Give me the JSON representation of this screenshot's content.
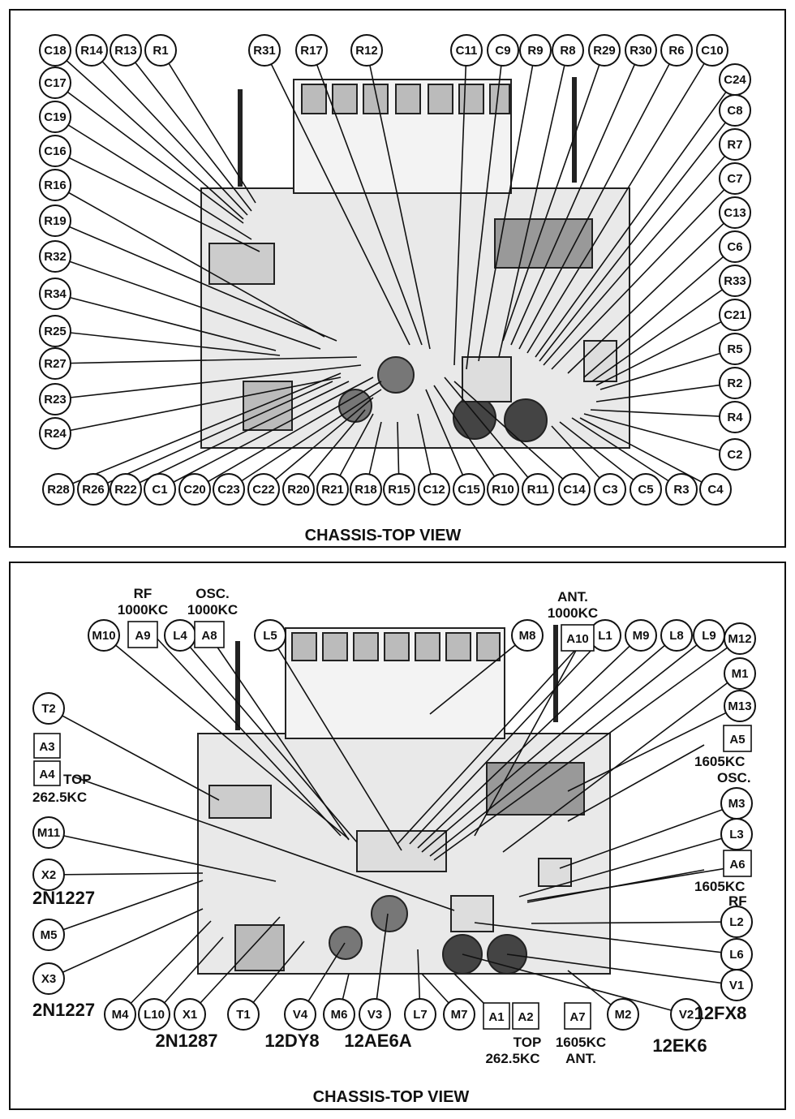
{
  "top_view": {
    "caption": "CHASSIS-TOP VIEW",
    "labels": {
      "C18": "C18",
      "R14": "R14",
      "R13": "R13",
      "R1": "R1",
      "R31": "R31",
      "R17": "R17",
      "R12": "R12",
      "C11": "C11",
      "C9": "C9",
      "R9": "R9",
      "R8": "R8",
      "R29": "R29",
      "R30": "R30",
      "R6": "R6",
      "C10": "C10",
      "C24": "C24",
      "C8": "C8",
      "R7": "R7",
      "C7": "C7",
      "C13": "C13",
      "C6": "C6",
      "R33": "R33",
      "C21": "C21",
      "R5": "R5",
      "R2": "R2",
      "R4": "R4",
      "C2": "C2",
      "C4": "C4",
      "R3": "R3",
      "C5": "C5",
      "C3": "C3",
      "C14": "C14",
      "R11": "R11",
      "R10": "R10",
      "C15": "C15",
      "C12": "C12",
      "R15": "R15",
      "R18": "R18",
      "R21": "R21",
      "R20": "R20",
      "C22": "C22",
      "C23": "C23",
      "C20": "C20",
      "C1": "C1",
      "R22": "R22",
      "R26": "R26",
      "R28": "R28",
      "C17": "C17",
      "C19": "C19",
      "C16": "C16",
      "R16": "R16",
      "R19": "R19",
      "R32": "R32",
      "R34": "R34",
      "R25": "R25",
      "R27": "R27",
      "R23": "R23",
      "R24": "R24"
    }
  },
  "bottom_view": {
    "caption": "CHASSIS-TOP VIEW",
    "labels": {
      "M10": "M10",
      "L4": "L4",
      "L5": "L5",
      "M8": "M8",
      "L1": "L1",
      "M9": "M9",
      "L8": "L8",
      "L9": "L9",
      "M12": "M12",
      "M1": "M1",
      "M13": "M13",
      "M3": "M3",
      "L3": "L3",
      "L2": "L2",
      "L6": "L6",
      "V1": "V1",
      "V2": "V2",
      "M2": "M2",
      "M7": "M7",
      "L7": "L7",
      "V3": "V3",
      "M6": "M6",
      "V4": "V4",
      "T1": "T1",
      "X1": "X1",
      "L10": "L10",
      "M4": "M4",
      "X3": "X3",
      "M5": "M5",
      "X2": "X2",
      "M11": "M11",
      "T2": "T2"
    },
    "boxes": {
      "A9": "A9",
      "A8": "A8",
      "A10": "A10",
      "A3": "A3",
      "A4": "A4",
      "A5": "A5",
      "A6": "A6",
      "A1": "A1",
      "A2": "A2",
      "A7": "A7"
    },
    "annotations": {
      "rf_1000": "RF",
      "rf_1000_kc": "1000KC",
      "osc_1000": "OSC.",
      "osc_1000_kc": "1000KC",
      "ant_1000": "ANT.",
      "ant_1000_kc": "1000KC",
      "top_2625": "TOP",
      "top_2625_kc": "262.5KC",
      "a5_kc": "1605KC",
      "a5_osc": "OSC.",
      "a6_kc": "1605KC",
      "a6_rf": "RF",
      "a1_top": "TOP",
      "a1_kc": "262.5KC",
      "a7_kc": "1605KC",
      "a7_ant": "ANT.",
      "x2_part": "2N1227",
      "x3_part": "2N1227",
      "x1_part": "2N1287",
      "v4_part": "12DY8",
      "v3_part": "12AE6A",
      "v2_part": "12EK6",
      "v1_part": "12FX8"
    }
  }
}
